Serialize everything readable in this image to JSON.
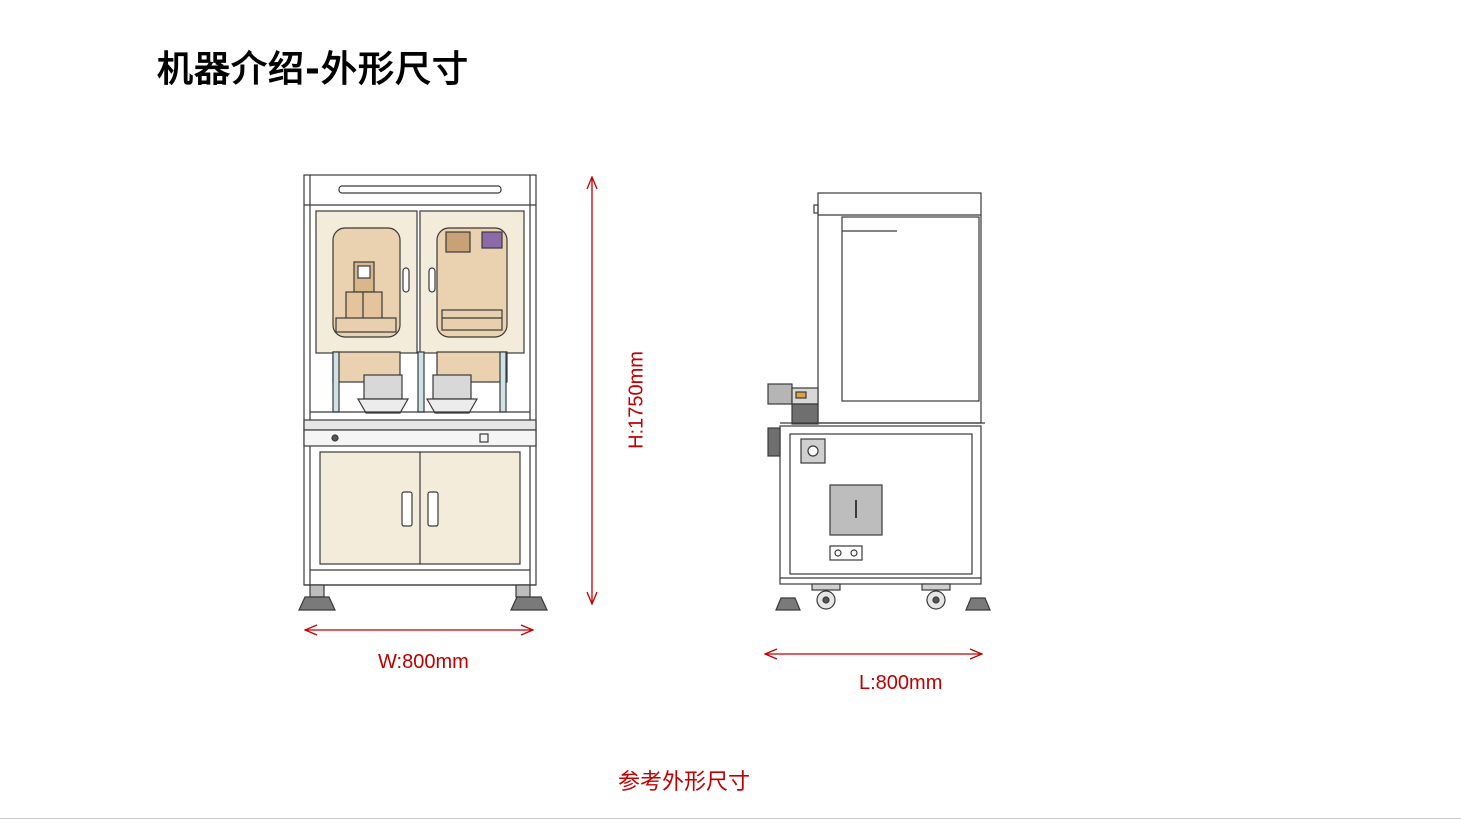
{
  "title": "机器介绍-外形尺寸",
  "dimensions": {
    "width_label": "W:800mm",
    "height_label": "H:1750mm",
    "length_label": "L:800mm"
  },
  "caption": "参考外形尺寸",
  "colors": {
    "dimension": "#c00000",
    "panel": "#f3ecda",
    "window": "#ead1b0",
    "outline": "#3a3a3a"
  }
}
